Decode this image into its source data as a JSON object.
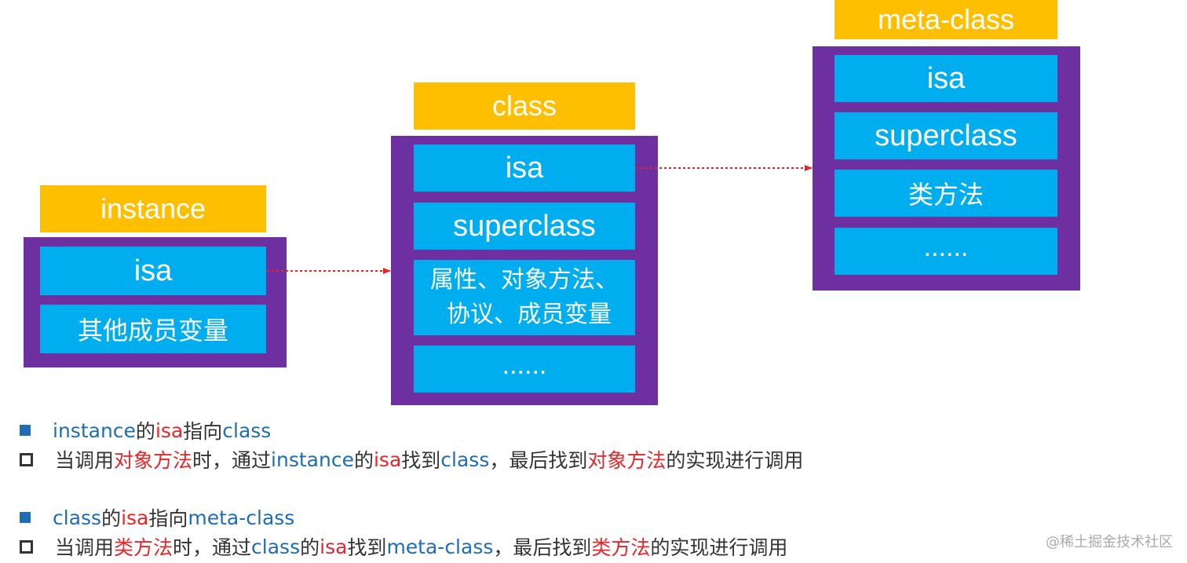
{
  "instance": {
    "title": "instance",
    "cells": [
      "isa",
      "其他成员变量"
    ]
  },
  "class": {
    "title": "class",
    "cells": [
      "isa",
      "superclass",
      "属性、对象方法、",
      "协议、成员变量",
      "......"
    ]
  },
  "metaclass": {
    "title": "meta-class",
    "cells": [
      "isa",
      "superclass",
      "类方法",
      "......"
    ]
  },
  "bullets": {
    "b1": {
      "p1": "instance",
      "p2": "的",
      "p3": "isa",
      "p4": "指向",
      "p5": "class"
    },
    "b2": {
      "p1": "当调用",
      "p2": "对象方法",
      "p3": "时，通过",
      "p4": "instance",
      "p5": "的",
      "p6": "isa",
      "p7": "找到",
      "p8": "class",
      "p9": "，最后找到",
      "p10": "对象方法",
      "p11": "的实现进行调用"
    },
    "b3": {
      "p1": "class",
      "p2": "的",
      "p3": "isa",
      "p4": "指向",
      "p5": "meta-class"
    },
    "b4": {
      "p1": "当调用",
      "p2": "类方法",
      "p3": "时，通过",
      "p4": "class",
      "p5": "的",
      "p6": "isa",
      "p7": "找到",
      "p8": "meta-class",
      "p9": "，最后找到",
      "p10": "类方法",
      "p11": "的实现进行调用"
    }
  },
  "watermark": "@稀土掘金技术社区",
  "colors": {
    "label_bg": "#FDBF00",
    "outer_bg": "#6E2FA0",
    "cell_bg": "#00AEEF",
    "arrow": "#E5262B",
    "text_blue": "#1E6DB5",
    "text_red": "#E5262B"
  }
}
